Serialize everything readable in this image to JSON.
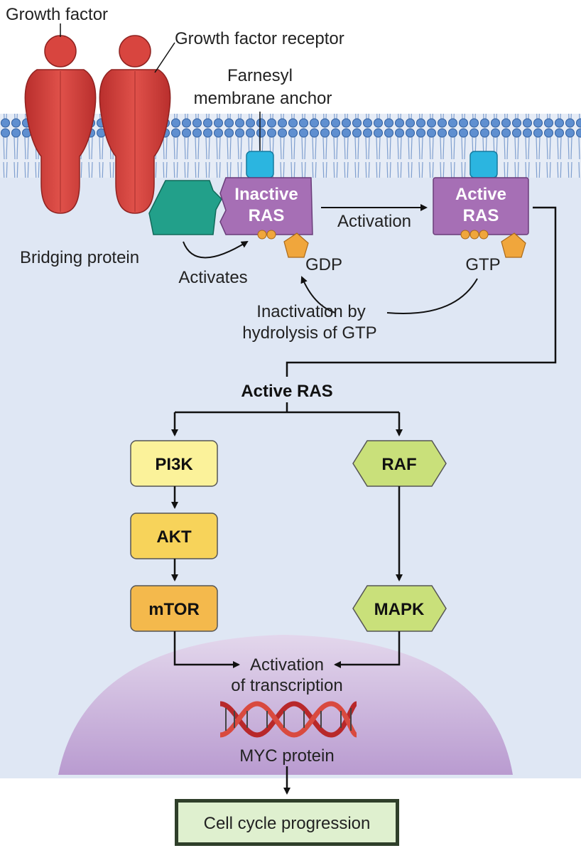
{
  "labels": {
    "growth_factor": "Growth factor",
    "growth_factor_receptor": "Growth factor receptor",
    "farnesyl_line1": "Farnesyl",
    "farnesyl_line2": "membrane anchor",
    "inactive_ras_line1": "Inactive",
    "inactive_ras_line2": "RAS",
    "active_ras_line1": "Active",
    "active_ras_line2": "RAS",
    "activation": "Activation",
    "bridging_protein": "Bridging protein",
    "activates": "Activates",
    "gdp": "GDP",
    "gtp": "GTP",
    "inactivation_line1": "Inactivation by",
    "inactivation_line2": "hydrolysis of GTP",
    "active_ras_branch": "Active RAS",
    "pi3k": "PI3K",
    "akt": "AKT",
    "mtor": "mTOR",
    "raf": "RAF",
    "mapk": "MAPK",
    "activation_of_line1": "Activation",
    "activation_of_line2": "of transcription",
    "myc_protein": "MYC protein",
    "cell_cycle": "Cell cycle progression"
  },
  "colors": {
    "cytoplasm": "#dfe7f4",
    "membrane_head": "#5f8fd0",
    "receptor": "#d8453f",
    "ras": "#a66fb5",
    "bridging": "#22a08a",
    "anchor": "#2bb5e0",
    "phosphate": "#f0a63c",
    "pi3k": "#fbf29a",
    "akt": "#f7d35a",
    "mtor": "#f4b94c",
    "raf_mapk": "#c9e07a",
    "nucleus": "#cdb6dc",
    "cell_cycle_box": "#dff0cf"
  }
}
